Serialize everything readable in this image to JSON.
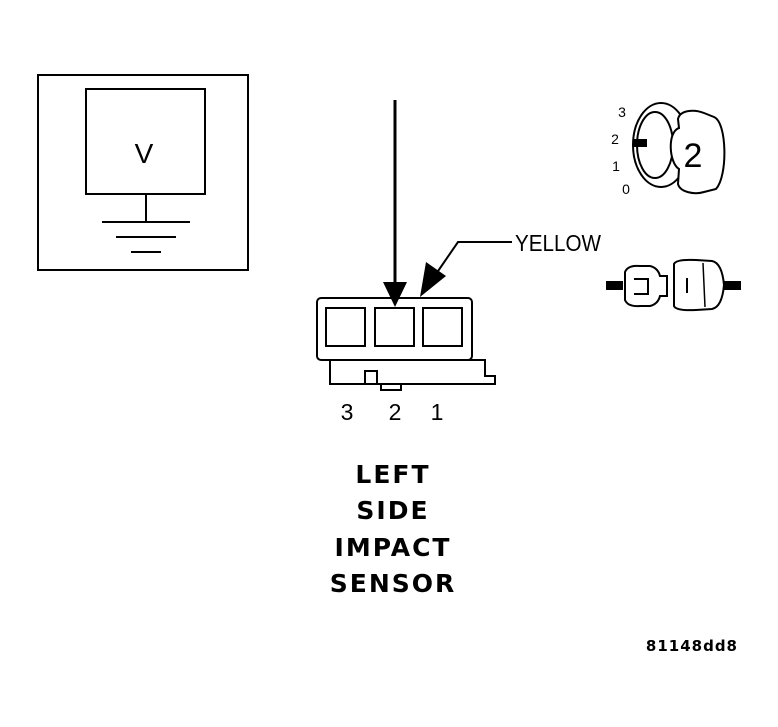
{
  "meter": {
    "display": "V"
  },
  "wire_color_label": "YELLOW",
  "sensor": {
    "pins": [
      "3",
      "2",
      "1"
    ],
    "title_lines": [
      "LEFT",
      "SIDE",
      "IMPACT",
      "SENSOR"
    ]
  },
  "ignition": {
    "positions": [
      "3",
      "2",
      "1",
      "0"
    ],
    "key_position": "2"
  },
  "figure_id": "81148dd8",
  "icons": [
    "voltmeter-icon",
    "ground-icon",
    "ignition-switch-icon",
    "connector-disconnect-icon",
    "probe-arrow-icon"
  ]
}
